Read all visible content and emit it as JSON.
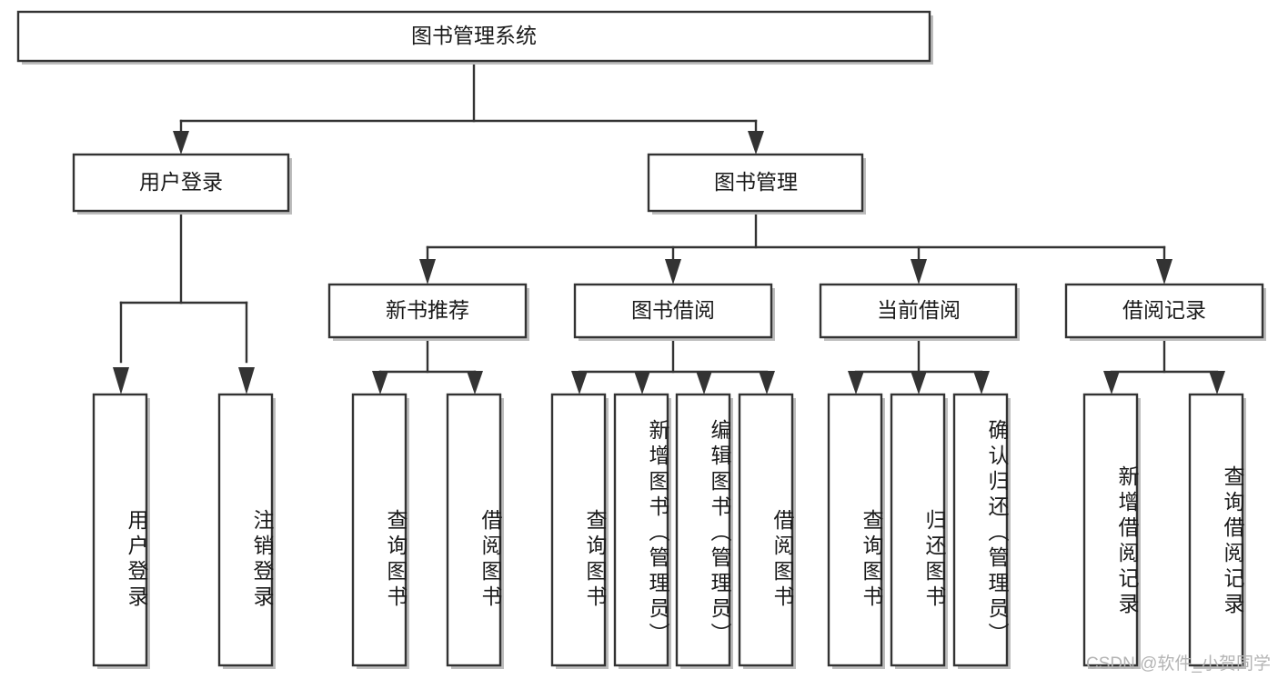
{
  "diagram": {
    "type": "tree-hierarchy-chart",
    "title": "图书管理系统",
    "watermark": "CSDN @软件_小贺同学",
    "colors": {
      "stroke": "#333333",
      "fill": "#ffffff",
      "text": "#1a1a1a",
      "shadow": "#bdbdbd",
      "watermark": "#b4b4b4"
    },
    "root": {
      "label": "图书管理系统"
    },
    "level2": [
      {
        "label": "用户登录"
      },
      {
        "label": "图书管理"
      }
    ],
    "level3": [
      {
        "label": "新书推荐"
      },
      {
        "label": "图书借阅"
      },
      {
        "label": "当前借阅"
      },
      {
        "label": "借阅记录"
      }
    ],
    "leaves": {
      "user_login": [
        {
          "label": "用户登录"
        },
        {
          "label": "注销登录"
        }
      ],
      "new_book_recommend": [
        {
          "label": "查询图书"
        },
        {
          "label": "借阅图书"
        }
      ],
      "book_borrow": [
        {
          "label": "查询图书"
        },
        {
          "label": "新增图书（管理员）"
        },
        {
          "label": "编辑图书（管理员）"
        },
        {
          "label": "借阅图书"
        }
      ],
      "current_borrow": [
        {
          "label": "查询图书"
        },
        {
          "label": "归还图书"
        },
        {
          "label": "确认归还（管理员）"
        }
      ],
      "borrow_record": [
        {
          "label": "新增借阅记录"
        },
        {
          "label": "查询借阅记录"
        }
      ]
    }
  }
}
